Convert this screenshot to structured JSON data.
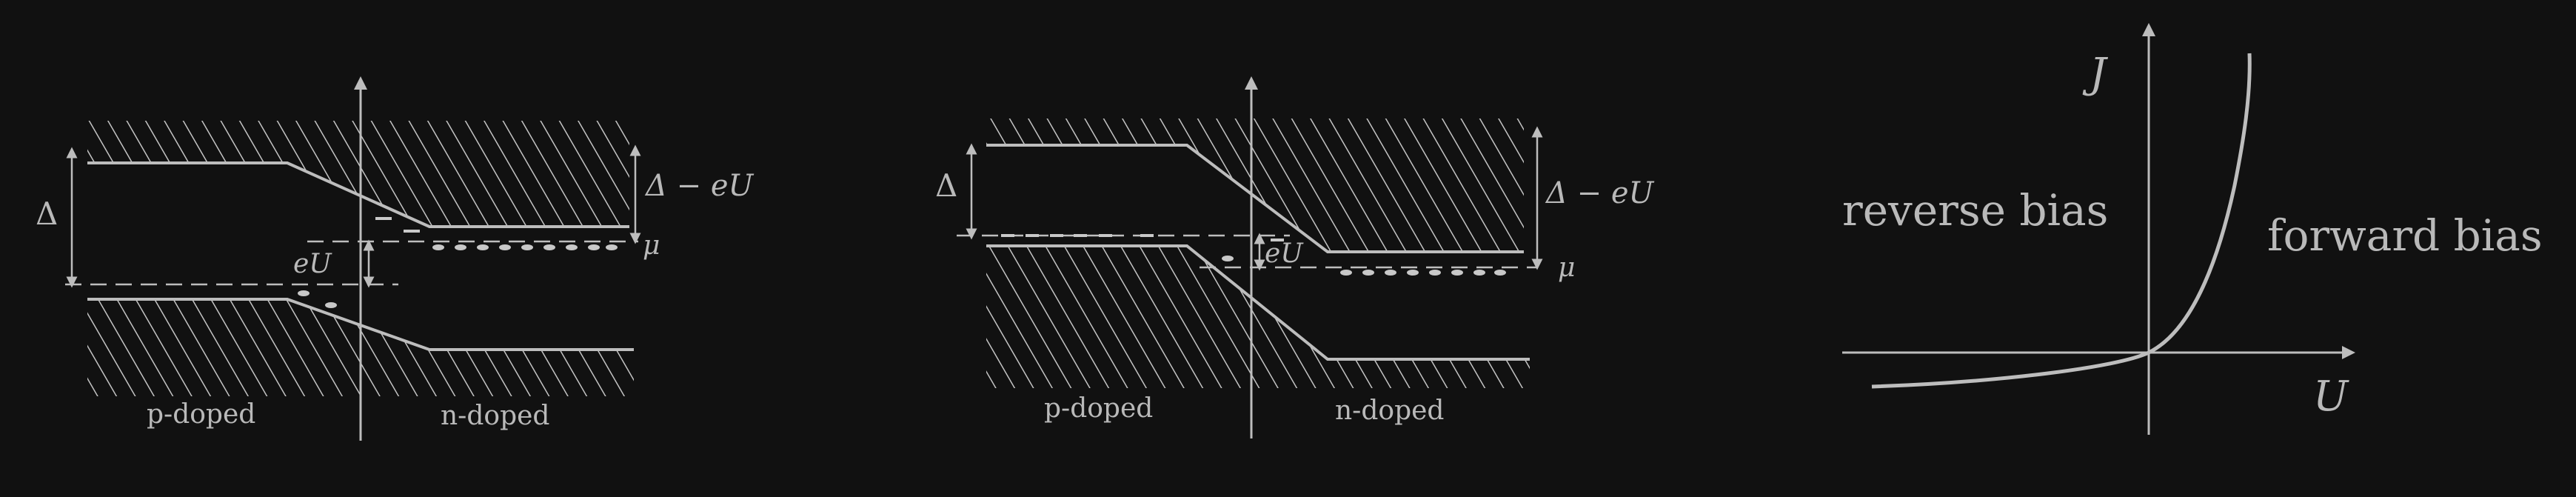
{
  "panels": [
    {
      "id": "band-left",
      "delta_label": "Δ",
      "delta_minus_label": "Δ − eU",
      "mu_label": "μ",
      "eu_label": "eU",
      "p_label": "p-doped",
      "n_label": "n-doped"
    },
    {
      "id": "band-middle",
      "delta_label": "Δ",
      "delta_minus_label": "Δ − eU",
      "mu_label": "μ",
      "eu_label": "eU",
      "p_label": "p-doped",
      "n_label": "n-doped"
    }
  ],
  "iv_plot": {
    "y_axis_label": "J",
    "x_axis_label": "U",
    "reverse_label": "reverse bias",
    "forward_label": "forward bias"
  },
  "colors": {
    "background": "#111111",
    "line": "#bdbdbd",
    "text": "#b9b9b9"
  }
}
